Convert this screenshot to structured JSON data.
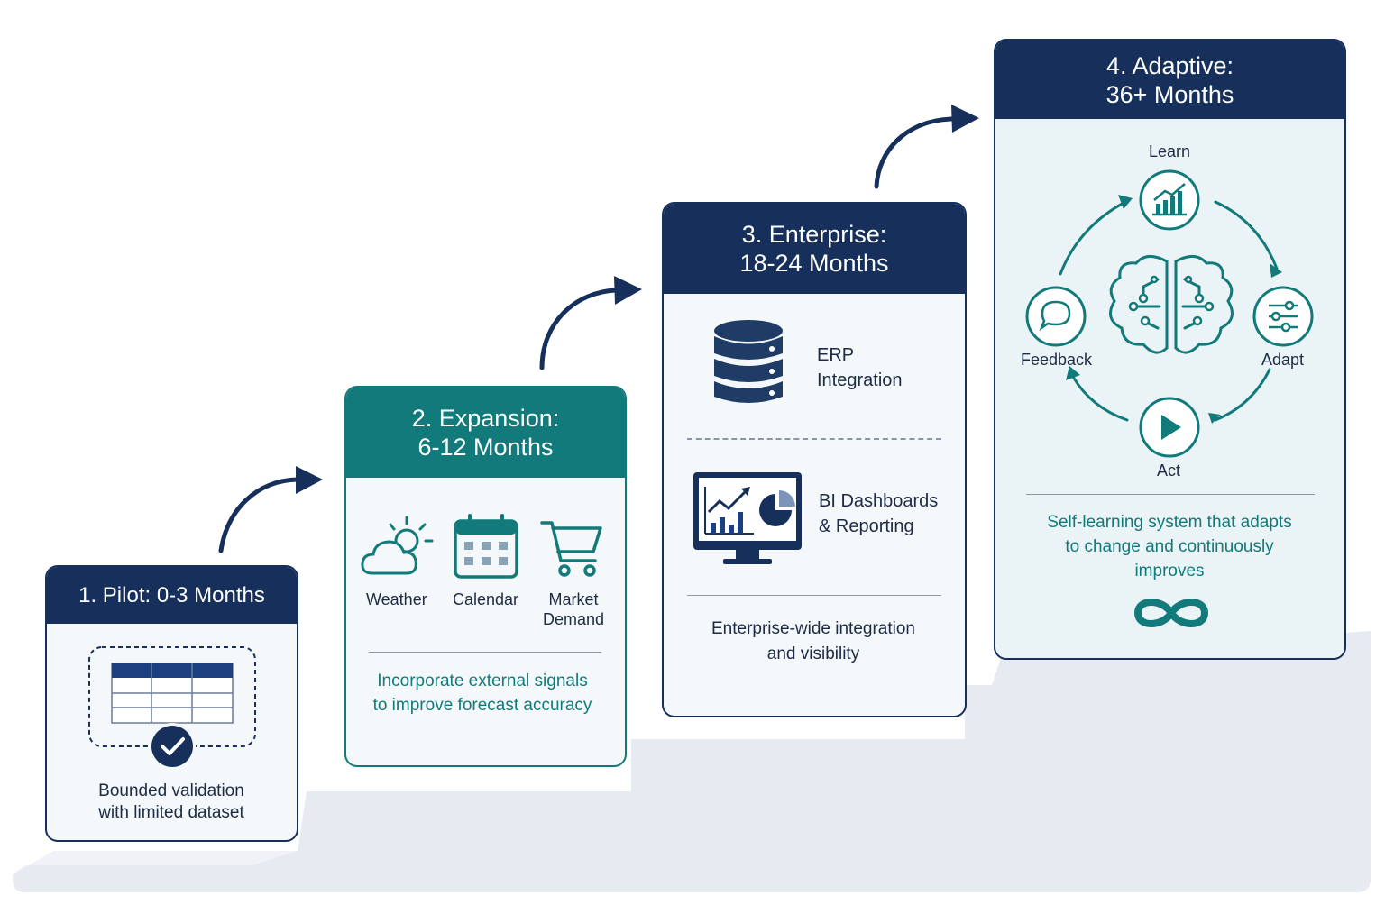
{
  "colors": {
    "navy": "#16305b",
    "teal": "#127a7a",
    "card_bg": "#f4f8fa",
    "step_bg": "#e5e9f1",
    "adaptive_bg": "#eaf3f6"
  },
  "stages": {
    "pilot": {
      "title": "1. Pilot: 0-3 Months",
      "icon": "table-check-icon",
      "desc_line1": "Bounded validation",
      "desc_line2": "with limited dataset"
    },
    "expansion": {
      "title_line1": "2. Expansion:",
      "title_line2": "6-12 Months",
      "signals": [
        {
          "label": "Weather",
          "icon": "weather-icon"
        },
        {
          "label": "Calendar",
          "icon": "calendar-icon"
        },
        {
          "label_line1": "Market",
          "label_line2": "Demand",
          "icon": "cart-icon"
        }
      ],
      "desc_line1": "Incorporate external signals",
      "desc_line2": "to improve forecast accuracy"
    },
    "enterprise": {
      "title_line1": "3. Enterprise:",
      "title_line2": "18-24 Months",
      "items": [
        {
          "line1": "ERP",
          "line2": "Integration",
          "icon": "database-icon"
        },
        {
          "line1": "BI Dashboards",
          "line2": "& Reporting",
          "icon": "monitor-chart-icon"
        }
      ],
      "desc_line1": "Enterprise-wide integration",
      "desc_line2": "and visibility"
    },
    "adaptive": {
      "title_line1": "4. Adaptive:",
      "title_line2": "36+ Months",
      "cycle": {
        "learn": "Learn",
        "adapt": "Adapt",
        "act": "Act",
        "feedback": "Feedback",
        "center_icon": "brain-circuit-icon"
      },
      "desc_line1": "Self-learning system that adapts",
      "desc_line2": "to change and continuously",
      "desc_line3": "improves",
      "footer_icon": "infinity-icon"
    }
  }
}
